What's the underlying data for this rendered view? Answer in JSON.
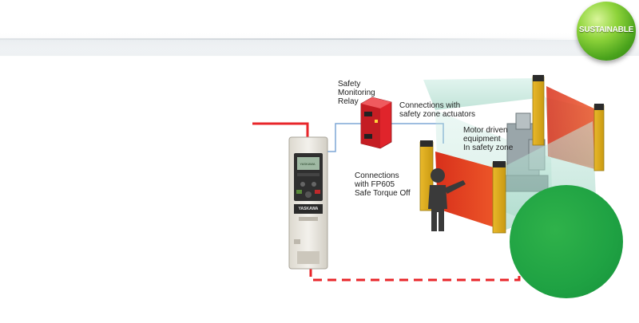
{
  "badge": {
    "label": "SUSTAINABLE"
  },
  "labels": {
    "relay": [
      "Safety",
      "Monitoring",
      "Relay"
    ],
    "actuators": [
      "Connections with",
      "safety zone actuators"
    ],
    "equipment": [
      "Motor driven",
      "equipment",
      "In safety zone"
    ],
    "torque": [
      "Connections",
      "with FP605",
      "Safe Torque Off"
    ]
  },
  "drive": {
    "brand_top": "YASKAWA",
    "brand_bottom": "YASKAWA"
  },
  "colors": {
    "power_line": "#e8262a",
    "signal_line": "#7fa7d6",
    "relay_red": "#e0242b",
    "curtain_red": "#e23a1f",
    "guard_glass": "#9fd9c8",
    "disc_green": "#1fa243",
    "badge_green": "#5cb82a"
  }
}
